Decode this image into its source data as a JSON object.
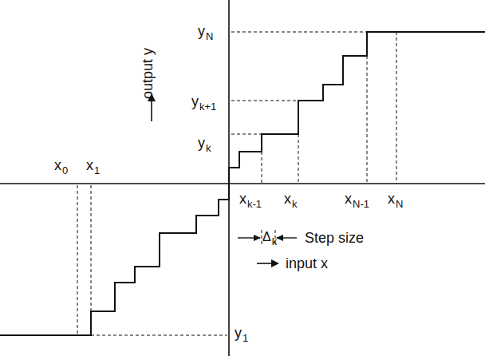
{
  "diagram": {
    "labels": [
      "yN",
      "yk+1",
      "yk",
      "output y",
      "x0",
      "x1",
      "xk-1",
      "xk",
      "xN-1",
      "xN",
      "Δk",
      "Step size",
      "input x",
      "y1"
    ]
  }
}
